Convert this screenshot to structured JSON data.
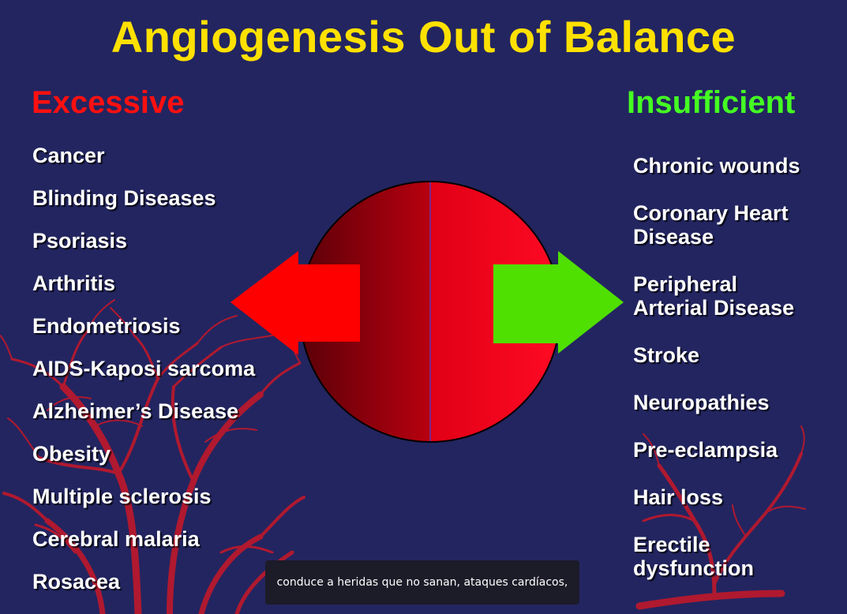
{
  "slide": {
    "title": "Angiogenesis Out of Balance",
    "left_heading": "Excessive",
    "right_heading": "Insufficient",
    "excessive_items": [
      "Cancer",
      "Blinding Diseases",
      "Psoriasis",
      "Arthritis",
      "Endometriosis",
      "AIDS-Kaposi sarcoma",
      "Alzheimer’s Disease",
      "Obesity",
      "Multiple sclerosis",
      "Cerebral malaria",
      "Rosacea"
    ],
    "insufficient_items": [
      "Chronic wounds",
      "Coronary Heart",
      "Disease",
      "Peripheral",
      "Arterial Disease",
      "Stroke",
      "Neuropathies",
      "Pre-eclampsia",
      "Hair loss",
      "Erectile",
      "dysfunction"
    ]
  },
  "caption": {
    "text": "conduce a heridas que no sanan, ataques cardíacos,"
  },
  "colors": {
    "background": "#232560",
    "title": "#ffe100",
    "excessive": "#ff1010",
    "insufficient": "#44ff22",
    "left_arrow": "#ff0000",
    "right_arrow": "#4fdf00",
    "vessels": "#c0182a"
  },
  "icons": {
    "left_arrow": "arrow-left-icon",
    "right_arrow": "arrow-right-icon",
    "sphere": "balance-sphere-icon"
  }
}
